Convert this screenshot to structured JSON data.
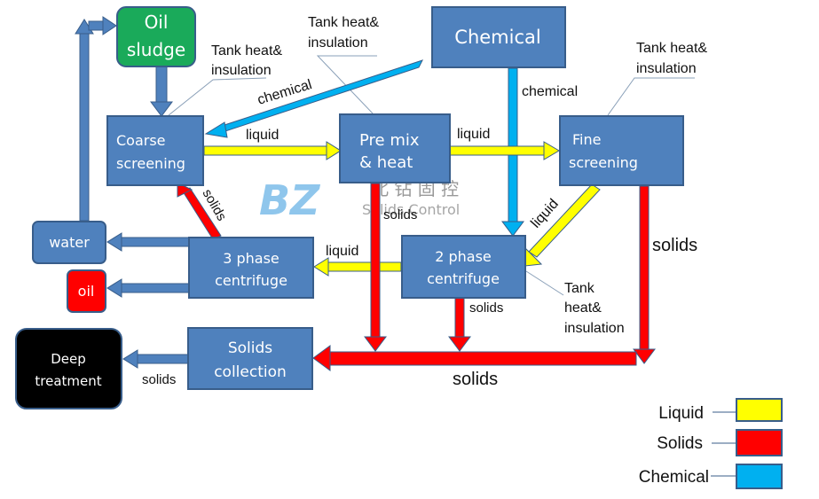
{
  "colors": {
    "box_blue": "#4f81bd",
    "box_border": "#385d8a",
    "oil_sludge_green": "#1aaa5a",
    "oil_red": "#ff0000",
    "deep_black": "#000000",
    "liquid": "#ffff00",
    "solids": "#ff0000",
    "chemical": "#00b0f0",
    "flow_blue": "#4f81bd"
  },
  "nodes": {
    "oil_sludge": [
      "Oil",
      "sludge"
    ],
    "chemical": [
      "Chemical"
    ],
    "coarse_screening": [
      "Coarse",
      "screening"
    ],
    "pre_mix_heat": [
      "Pre mix",
      "& heat"
    ],
    "fine_screening": [
      "Fine",
      "screening"
    ],
    "water": [
      "water"
    ],
    "oil": [
      "oil"
    ],
    "three_phase_centrifuge": [
      "3 phase",
      "centrifuge"
    ],
    "two_phase_centrifuge": [
      "2 phase",
      "centrifuge"
    ],
    "solids_collection": [
      "Solids",
      "collection"
    ],
    "deep_treatment": [
      "Deep",
      "treatment"
    ]
  },
  "annotations": {
    "tank_heat_1": [
      "Tank heat&",
      "insulation"
    ],
    "tank_heat_2": [
      "Tank heat&",
      "insulation"
    ],
    "tank_heat_3": [
      "Tank heat&",
      "insulation"
    ],
    "tank_heat_4": [
      "Tank",
      "heat&",
      "insulation"
    ]
  },
  "flow_labels": {
    "chemical_diag": "chemical",
    "chemical_vert": "chemical",
    "liquid_coarse_premix": "liquid",
    "liquid_premix_fine": "liquid",
    "liquid_fine_2phase": "liquid",
    "liquid_2phase_3phase": "liquid",
    "solids_3phase_coarse": "solids",
    "solids_premix": "solids",
    "solids_2phase": "solids",
    "solids_fine": "solids",
    "solids_bottom": "solids",
    "solids_deep": "solids"
  },
  "watermark": {
    "logo": "BZ",
    "chinese": "北 钻 固 控",
    "english": "Solids Control"
  },
  "legend": [
    {
      "label": "Liquid",
      "color": "#ffff00"
    },
    {
      "label": "Solids",
      "color": "#ff0000"
    },
    {
      "label": "Chemical",
      "color": "#00b0f0"
    }
  ]
}
